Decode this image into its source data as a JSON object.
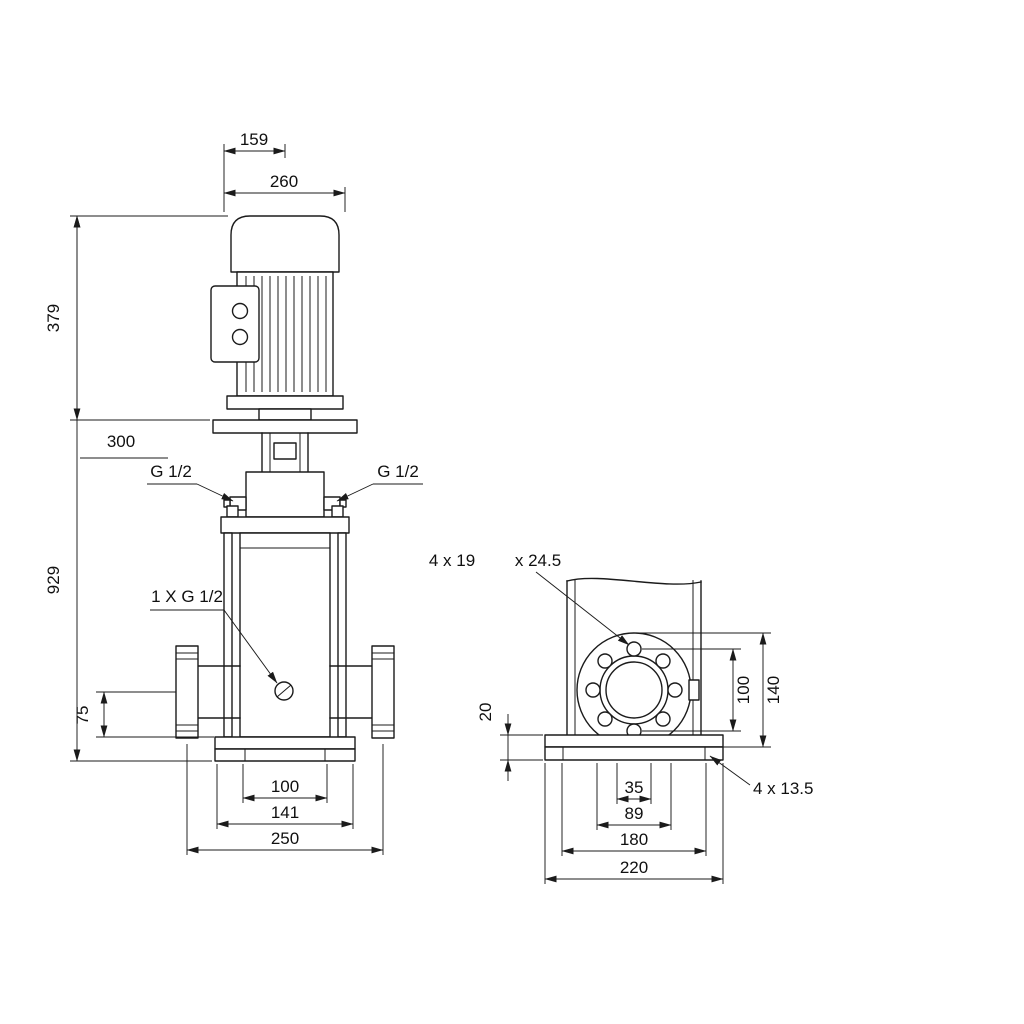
{
  "page": {
    "background": "#ffffff",
    "line_color": "#1b1b1b"
  },
  "front_view": {
    "dimensions": {
      "d159": "159",
      "d260": "260",
      "d379": "379",
      "d300": "300",
      "d929": "929",
      "d75": "75",
      "d100": "100",
      "d141": "141",
      "d250": "250"
    },
    "labels": {
      "gauge_port_left": "G 1/2",
      "gauge_port_right": "G 1/2",
      "drain_port": "1 X G 1/2"
    }
  },
  "side_view": {
    "dimensions": {
      "d20": "20",
      "d100": "100",
      "d140": "140",
      "d35": "35",
      "d89": "89",
      "d180": "180",
      "d220": "220"
    },
    "labels": {
      "flange_holes": "4 x 19",
      "flange_holes_suffix": "x 24.5",
      "base_holes": "4 x 13.5"
    }
  }
}
